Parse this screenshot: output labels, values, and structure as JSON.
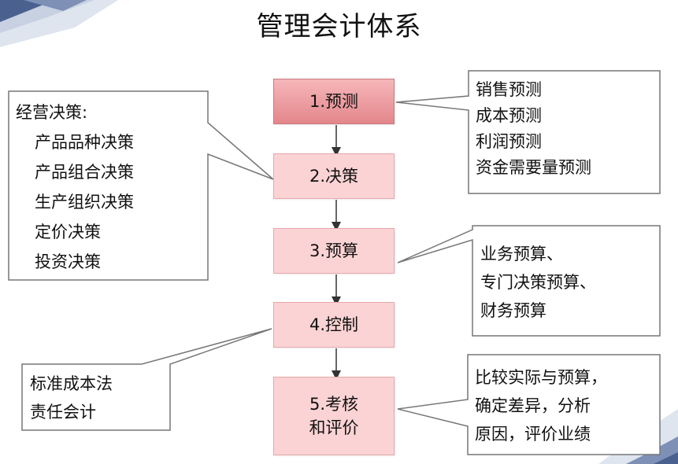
{
  "title": "管理会计体系",
  "steps": [
    {
      "label": "1.预测"
    },
    {
      "label": "2.决策"
    },
    {
      "label": "3.预算"
    },
    {
      "label": "4.控制"
    },
    {
      "label": "5.考核\n和评价"
    }
  ],
  "callouts": {
    "forecast": [
      "销售预测",
      "成本预测",
      "利润预测",
      "资金需要量预测"
    ],
    "decision": {
      "heading": "经营决策:",
      "items": [
        "产品品种决策",
        "产品组合决策",
        "生产组织决策",
        "定价决策",
        "投资决策"
      ]
    },
    "budget": [
      "业务预算、",
      "专门决策预算、",
      "财务预算"
    ],
    "control": [
      "标准成本法",
      "责任会计"
    ],
    "evaluation": [
      "比较实际与预算，",
      "确定差异，分析",
      "原因，评价业绩"
    ]
  },
  "colors": {
    "step_fill": "#fbd3d4",
    "step_first_fill": "#e3868b",
    "callout_border": "#777777",
    "arrow": "#333333",
    "decor_blue": "#4a6190"
  }
}
